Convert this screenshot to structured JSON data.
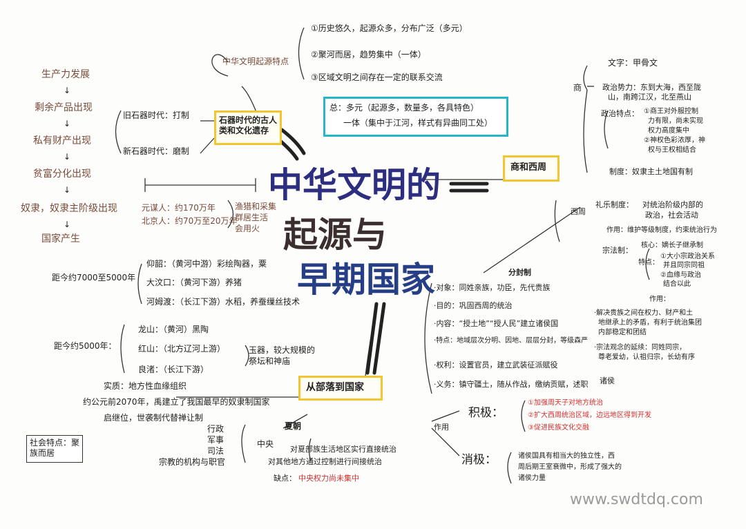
{
  "title": {
    "line1": "中华文明的",
    "line2": "起源与",
    "line3": "早期国家"
  },
  "origin": {
    "label": "中华文明起源特点",
    "points": [
      "①历史悠久，起源众多，分布广泛（多元）",
      "②聚河而居，趋势集中（一体）",
      "③区域文明之间存在一定的联系交流"
    ],
    "summary_line1": "总：多元（起源多，数量多，各具特色）",
    "summary_line2": "一体（集中于江河，样式有异曲同工处）"
  },
  "stone_age": {
    "box": "石器时代的古人类和文化遗存",
    "paleolithic": "旧石器时代：打制",
    "neolithic": "新石器时代：磨制",
    "yuanmou": "元谋人：约170万年",
    "peking": "北京人：约70万至20万年",
    "life": [
      "渔猎和采集",
      "群居生活",
      "会用火"
    ]
  },
  "cultures_7000": {
    "label": "距今约7000至5000年",
    "items": [
      "仰韶：（黄河中游）彩绘陶器，粟",
      "大汶口：（黄河下游）养猪",
      "河姆渡：（长江下游）水稻，养蚕缫丝技术"
    ]
  },
  "cultures_5000": {
    "label": "距今约5000年：",
    "items": [
      "龙山：（黄河）黑陶",
      "红山：（北方辽河上游）",
      "良渚：（长江下游）"
    ],
    "note": [
      "玉器，较大规模的",
      "祭坛和神庙"
    ]
  },
  "left_chain": [
    "生产力发展",
    "剩余产品出现",
    "私有财产出现",
    "贫富分化出现",
    "奴隶，奴隶主阶级出现",
    "国家产生"
  ],
  "tribe_to_state": {
    "box": "从部落到国家",
    "essence": "实质：地方性血缘组织",
    "xia": "约公元前2070年，禹建立了我国最早的奴隶制国家",
    "succession": "启继位，世袭制代替禅让制",
    "xia_label": "夏朝",
    "central_label": "中央",
    "organs": [
      "行政",
      "军事",
      "司法",
      "宗教的机构与职官"
    ],
    "local1": "对夏部族生活地区实行直接统治",
    "local2": "对其他地方通过控制进行间接统治",
    "flaw_label": "缺点：",
    "flaw": "中央权力尚未集中",
    "social_feature": "社会特点：聚族而居"
  },
  "shang_zhou": {
    "box": "商和西周",
    "shang": "商",
    "writing": "文字：甲骨文",
    "power": [
      "政治势力：东到大海，西至陇",
      "山，南跨江汉，北至燕山"
    ],
    "politics_label": "政治特点：",
    "politics": [
      "①商王对外服控制",
      "力有限，尚未实现",
      "权力高度集中",
      "②神权色彩浓厚，神",
      "权与王权相结合"
    ],
    "system": "制度：奴隶主土地国有制",
    "xizhou": "西周",
    "rites_label": "礼乐制度：",
    "rites": [
      "对统治阶级内部的",
      "政治，社会活动"
    ],
    "rites_function": "作用：维护等级制度，约束统治行为",
    "clan_label": "宗法制：",
    "clan_core": "核心：嫡长子继承制",
    "clan_feature_label": "特点：",
    "clan_features": [
      "①大小宗政治关系",
      "并且同宗同祖",
      "②血缘与政治",
      "结合以此"
    ],
    "clan_effect_label": "作用：",
    "clan_effects": [
      "·解决贵族之间在权力、财产和土",
      "地继承上的矛盾，有利于统治集团",
      "内部稳定和团结",
      "·宗法观念的延续：同姓同宗，",
      "尊老爱幼，认祖归宗，长幼有序"
    ],
    "feudal_label": "分封制",
    "feudal": [
      "·对象：同姓亲族，功臣，先代贵族",
      "·目的：巩固西周的统治",
      "·内容：“授土地”“授人民”建立诸侯国",
      "·特点：地域层次分明、因地、层层分封，等级森严",
      "·权利：设置官员，建立武装征派赋役",
      "·义务：镇守疆土，随从作战，缴纳贡赋，述职"
    ],
    "vassal": "诸侯",
    "role_label": "作用",
    "positive_label": "积极：",
    "positive": [
      "①加强周天子对地方统治",
      "②扩大西周统治区域，边远地区得到开发",
      "③促进民族文化交融"
    ],
    "negative_label": "消极：",
    "negative": [
      "诸侯国具有相当大的独立性，西",
      "周后期王室衰微中，形成了强大的",
      "诸侯力量"
    ]
  },
  "watermark": "www.swdtdq.com",
  "colors": {
    "yellow": "#f2c531",
    "cyan": "#25b7c7",
    "red": "#d23030",
    "brown": "#7a4a3a"
  }
}
